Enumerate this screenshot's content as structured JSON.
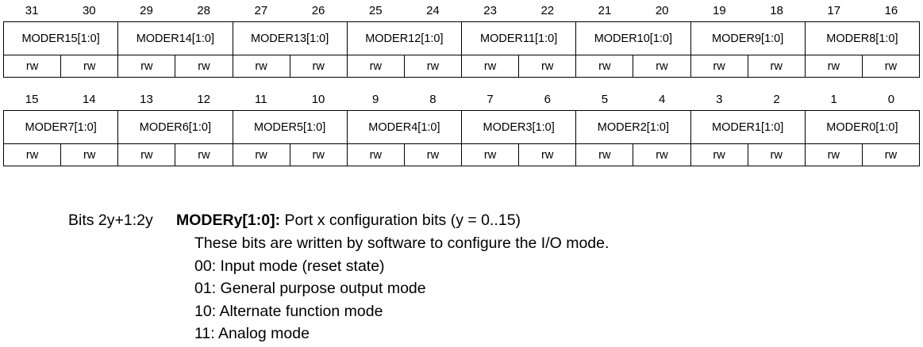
{
  "upper_bits": [
    "31",
    "30",
    "29",
    "28",
    "27",
    "26",
    "25",
    "24",
    "23",
    "22",
    "21",
    "20",
    "19",
    "18",
    "17",
    "16"
  ],
  "upper_fields": [
    "MODER15[1:0]",
    "MODER14[1:0]",
    "MODER13[1:0]",
    "MODER12[1:0]",
    "MODER11[1:0]",
    "MODER10[1:0]",
    "MODER9[1:0]",
    "MODER8[1:0]"
  ],
  "lower_bits": [
    "15",
    "14",
    "13",
    "12",
    "11",
    "10",
    "9",
    "8",
    "7",
    "6",
    "5",
    "4",
    "3",
    "2",
    "1",
    "0"
  ],
  "lower_fields": [
    "MODER7[1:0]",
    "MODER6[1:0]",
    "MODER5[1:0]",
    "MODER4[1:0]",
    "MODER3[1:0]",
    "MODER2[1:0]",
    "MODER1[1:0]",
    "MODER0[1:0]"
  ],
  "access": "rw",
  "description": {
    "bits": "Bits 2y+1:2y",
    "field": "MODERy[1:0]:",
    "summary": " Port x configuration bits (y = 0..15)",
    "lines": [
      "These bits are written by software to configure the I/O mode.",
      "00: Input mode (reset state)",
      "01: General purpose output mode",
      "10: Alternate function mode",
      "11: Analog mode"
    ]
  }
}
